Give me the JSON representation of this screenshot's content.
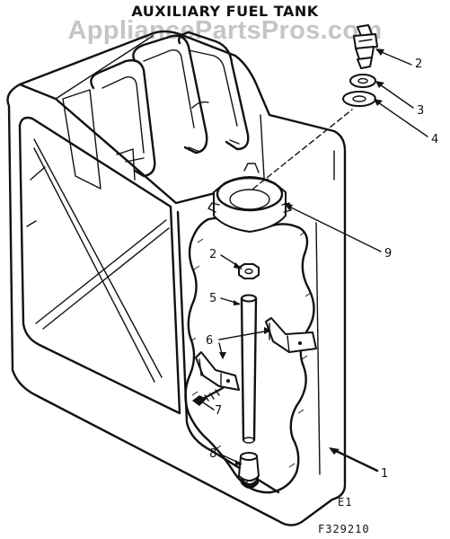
{
  "diagram": {
    "title": "AUXILIARY FUEL TANK",
    "watermark": "AppliancePartsPros.com",
    "view_code": "E1",
    "drawing_number": "F329210",
    "callouts": [
      {
        "id": "c2a",
        "label": "2"
      },
      {
        "id": "c3",
        "label": "3"
      },
      {
        "id": "c4",
        "label": "4"
      },
      {
        "id": "c9",
        "label": "9"
      },
      {
        "id": "c2b",
        "label": "2"
      },
      {
        "id": "c5",
        "label": "5"
      },
      {
        "id": "c6",
        "label": "6"
      },
      {
        "id": "c7",
        "label": "7"
      },
      {
        "id": "c8",
        "label": "8"
      },
      {
        "id": "c1",
        "label": "1"
      }
    ]
  }
}
